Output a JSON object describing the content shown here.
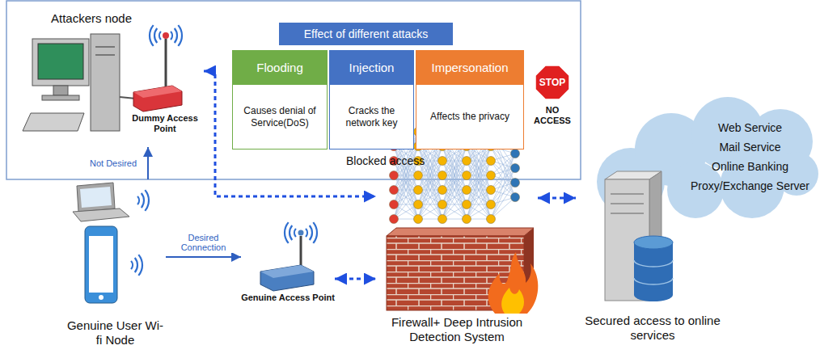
{
  "diagram": {
    "nodes": [
      {
        "text": [
          "Attackers node",
          "Dummy Access Point"
        ]
      },
      {
        "text": [
          "Effect of different attacks"
        ]
      },
      {
        "text": [
          "Flooding"
        ],
        "in": 1
      },
      {
        "text": [
          "Injection"
        ],
        "in": 1
      },
      {
        "text": [
          "Impersonation"
        ],
        "in": 1
      },
      {
        "text": [
          "Causes denial of Service(DoS)"
        ],
        "in": 1
      },
      {
        "text": [
          "Cracks the network key"
        ],
        "in": 1
      },
      {
        "text": [
          "Affects the privacy"
        ],
        "in": 1
      },
      {
        "text": [
          "STOP",
          "NO ACCESS"
        ]
      },
      {
        "text": [
          "Web Service",
          "Mail Service",
          "Online Banking",
          "Proxy/Exchange Server"
        ]
      },
      {
        "text": [
          "Genuine User Wi-fi Node"
        ]
      },
      {
        "text": [
          "Genuine Access Point"
        ]
      },
      {
        "text": [
          "Firewall+ Deep Intrusion Detection System"
        ]
      },
      {
        "text": [
          "Secured access to online services"
        ]
      }
    ],
    "edges": [
      {
        "from": 0,
        "to": 12,
        "arrow": "both"
      },
      {
        "from": 10,
        "to": 0,
        "label": "Not Desired",
        "arrow": "to"
      },
      {
        "from": 10,
        "to": 11,
        "label": "Desired Connection",
        "arrow": "to"
      },
      {
        "from": 11,
        "to": 12,
        "arrow": "both"
      },
      {
        "from": 12,
        "to": 13,
        "arrow": "both"
      }
    ],
    "labels": [
      "Blocked access"
    ]
  }
}
